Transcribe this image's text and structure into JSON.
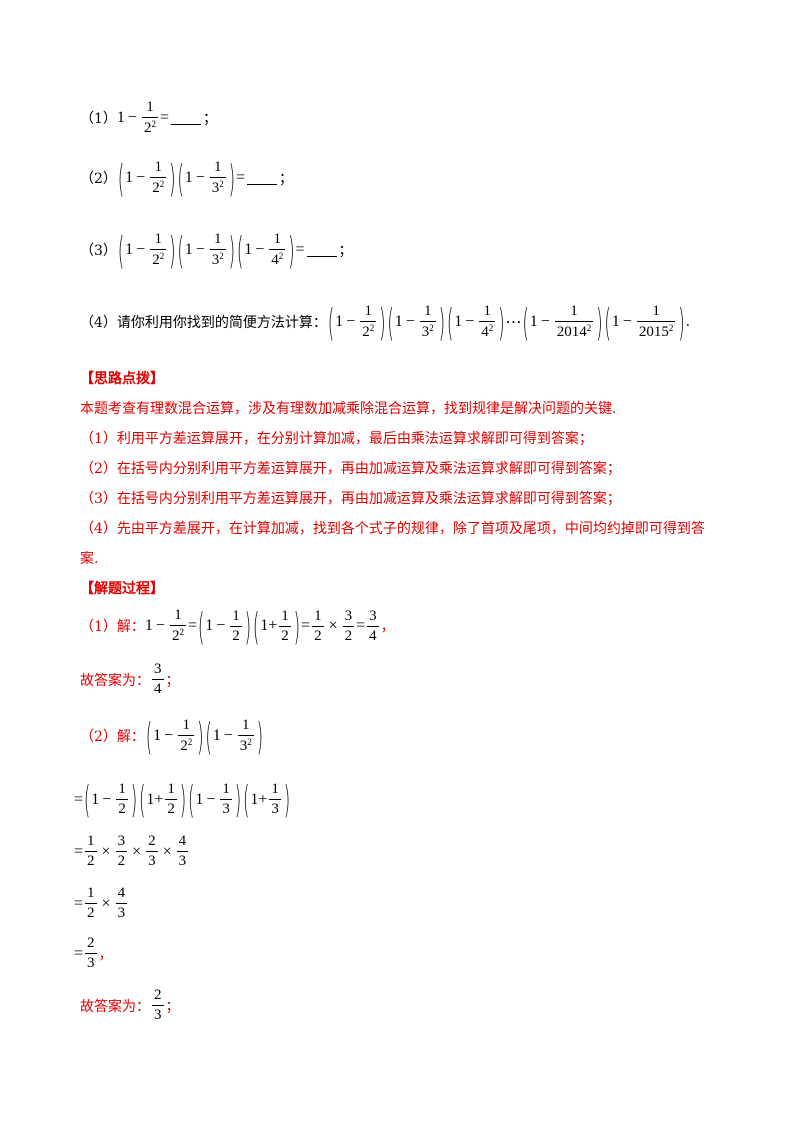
{
  "problems": [
    {
      "label": "（1）",
      "end": "；"
    },
    {
      "label": "（2）",
      "end": "；"
    },
    {
      "label": "（3）",
      "end": "；"
    },
    {
      "label": "（4）请你利用你找到的简便方法计算：",
      "end": "."
    }
  ],
  "hint": {
    "heading": "【思路点拨】",
    "intro": "本题考查有理数混合运算，涉及有理数加减乘除混合运算，找到规律是解决问题的关键.",
    "steps": [
      "（1）利用平方差运算展开，在分别计算加减，最后由乘法运算求解即可得到答案；",
      "（2）在括号内分别利用平方差运算展开，再由加减运算及乘法运算求解即可得到答案；",
      "（3）在括号内分别利用平方差运算展开，再由加减运算及乘法运算求解即可得到答案；",
      "（4）先由平方差展开，在计算加减，找到各个式子的规律，除了首项及尾项，中间均约掉即可得到答",
      "案."
    ]
  },
  "solution": {
    "heading": "【解题过程】",
    "part1_label": "（1）解：",
    "answer_prefix": "故答案为：",
    "part2_label": "（2）解：",
    "semicolon": "；",
    "comma": "，",
    "eq": "="
  }
}
